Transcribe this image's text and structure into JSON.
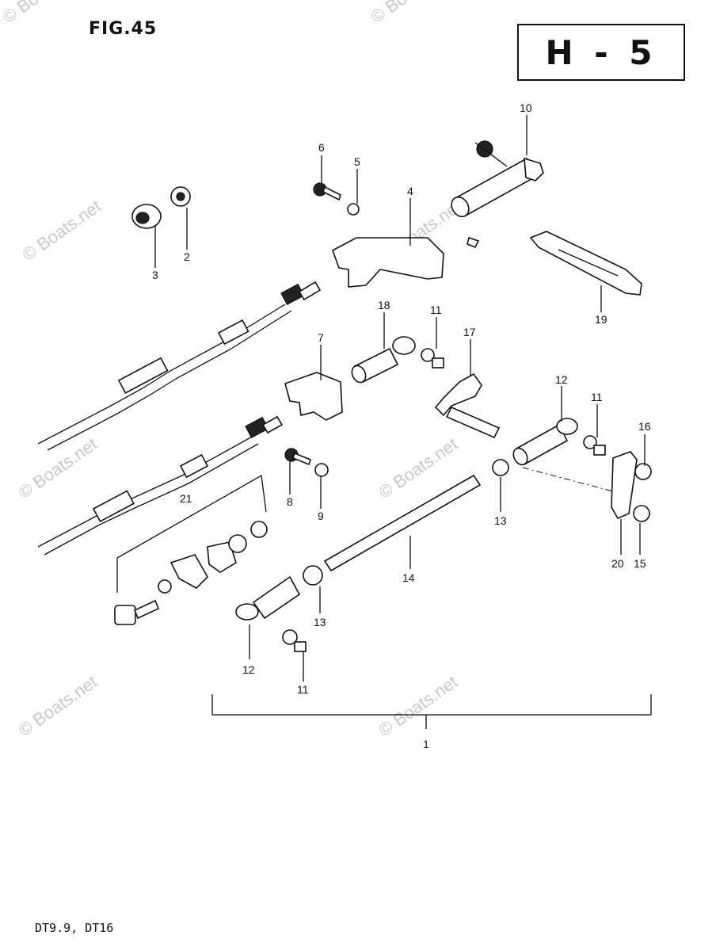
{
  "figure": {
    "title": "FIG.45",
    "page_code": "H - 5"
  },
  "footer": {
    "models": "DT9.9, DT16"
  },
  "watermark": {
    "text": "© Boats.net"
  },
  "callouts": [
    "10",
    "6",
    "5",
    "4",
    "3",
    "2",
    "19",
    "18",
    "11",
    "17",
    "7",
    "12",
    "11",
    "16",
    "21",
    "8",
    "9",
    "13",
    "14",
    "20",
    "15",
    "13",
    "12",
    "11",
    "1"
  ]
}
